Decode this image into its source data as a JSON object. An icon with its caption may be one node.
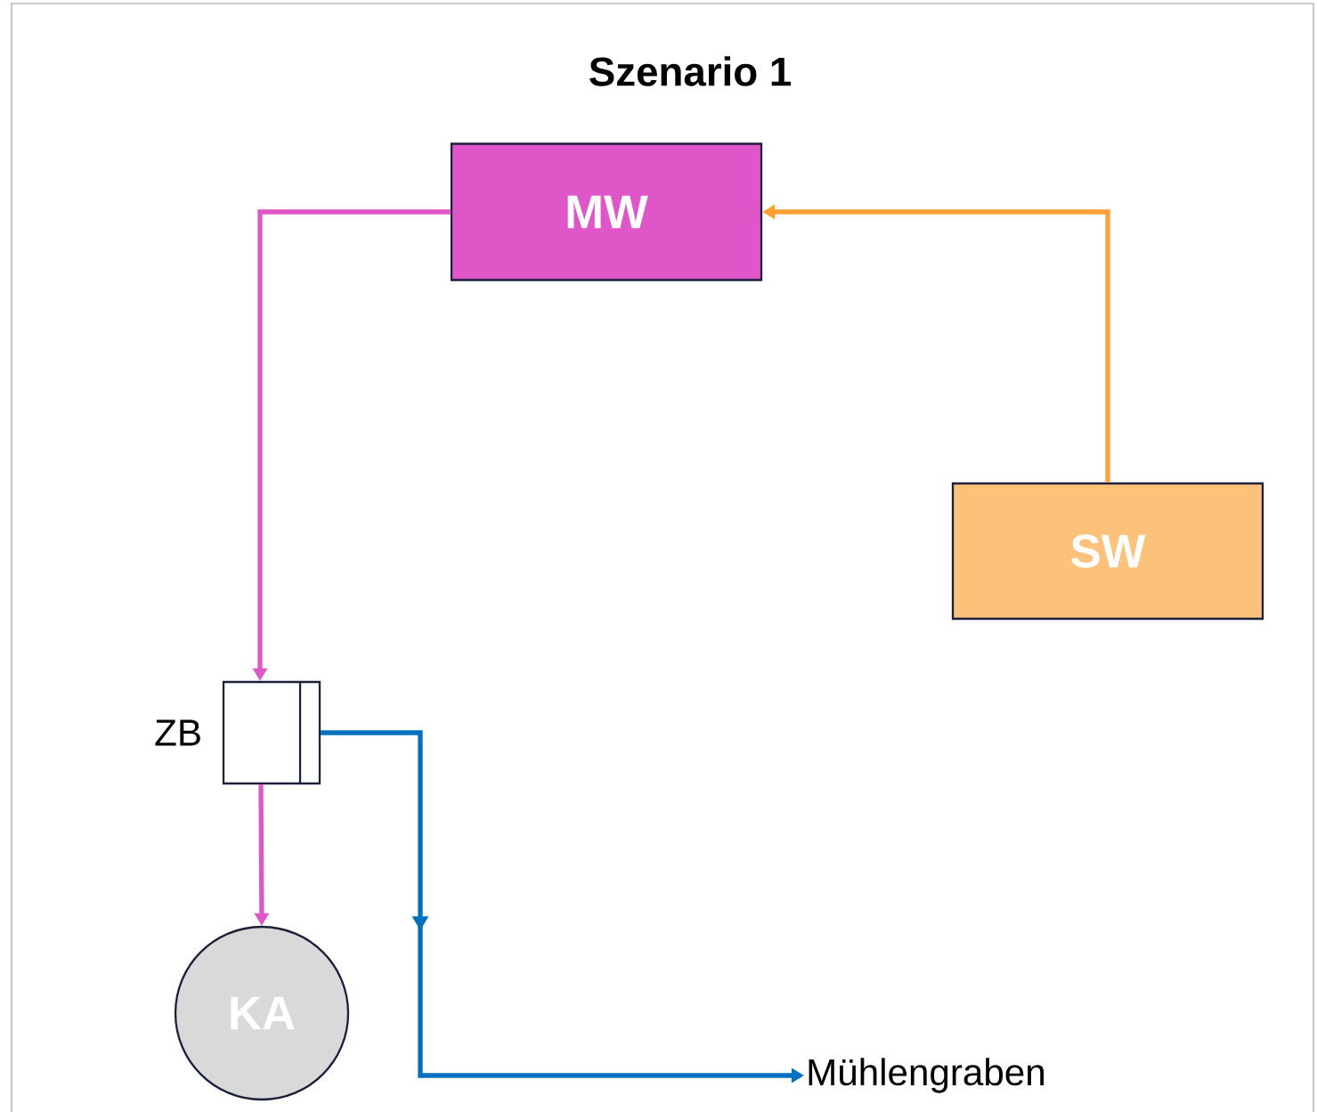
{
  "diagram": {
    "title": "Szenario 1",
    "nodes": [
      {
        "text": [
          "MW"
        ]
      },
      {
        "text": [
          "SW"
        ]
      },
      {
        "text": [
          "ZB"
        ]
      },
      {
        "text": [
          "KA"
        ]
      },
      {
        "text": [
          "Mühlengraben"
        ]
      }
    ],
    "edges": [
      {
        "from": 1,
        "to": 0,
        "arrow": "to",
        "color": "#ffa033"
      },
      {
        "from": 0,
        "to": 2,
        "arrow": "to",
        "color": "#e055c8"
      },
      {
        "from": 2,
        "to": 3,
        "arrow": "to",
        "color": "#e055c8"
      },
      {
        "from": 2,
        "to": 4,
        "arrow": "to",
        "color": "#0070c0"
      }
    ]
  }
}
